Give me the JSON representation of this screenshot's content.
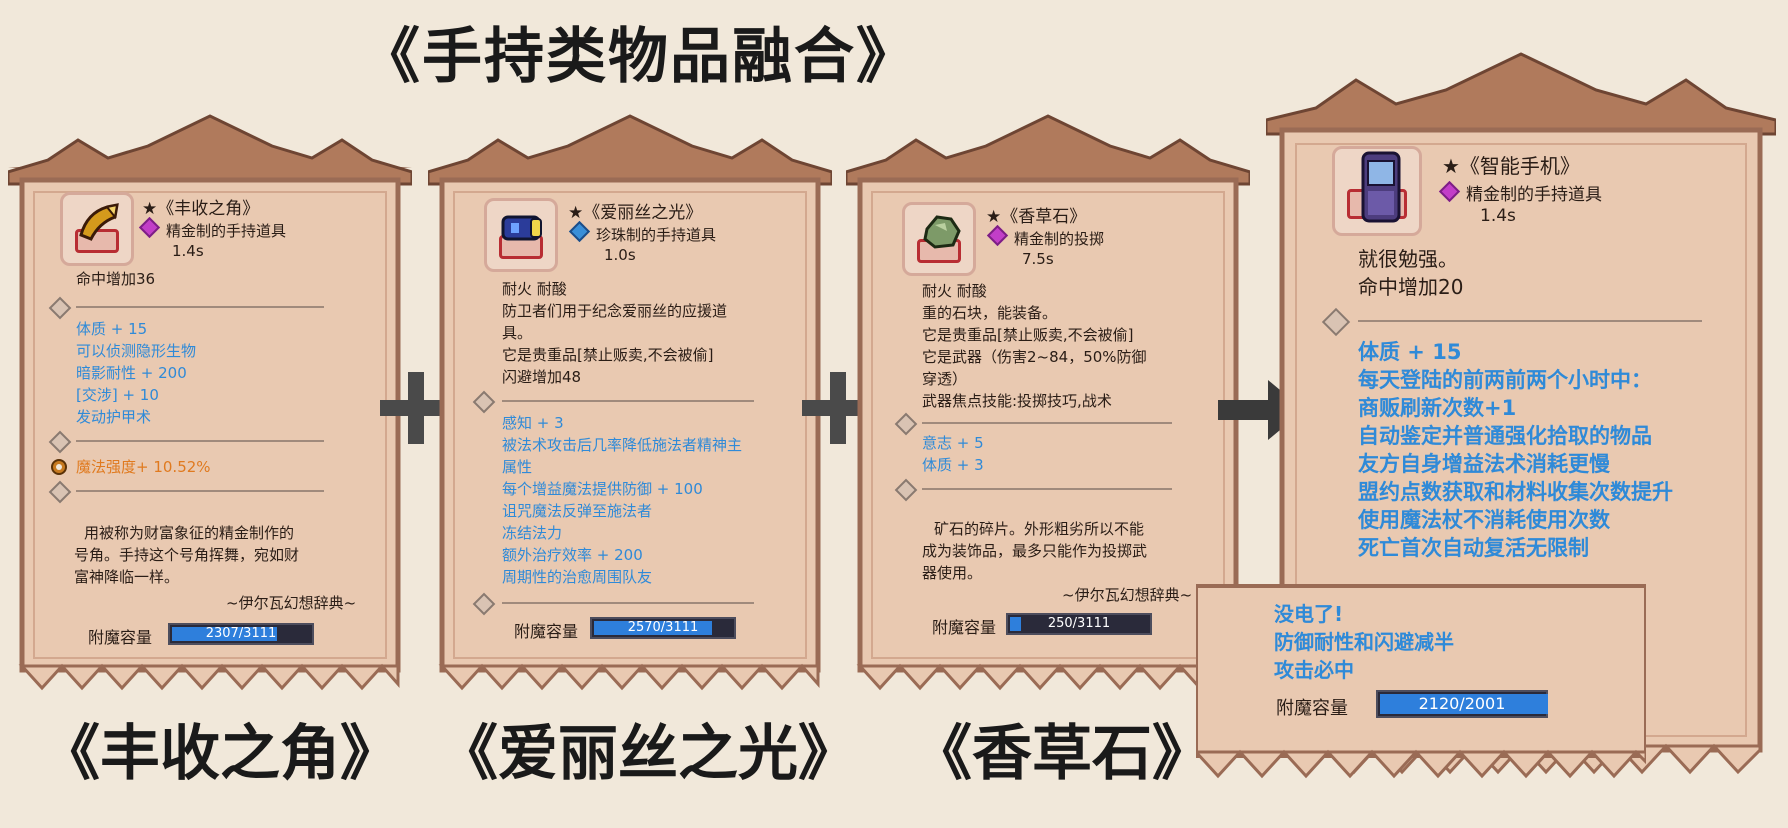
{
  "title": "《手持类物品融合》",
  "cards": [
    {
      "name": "★《丰收之角》",
      "sub": "精金制的手持道具",
      "time": "1.4s",
      "lines": [
        "命中增加36"
      ],
      "blue_lines": [
        "体质 + 15",
        "可以侦测隐形生物",
        "暗影耐性 + 200",
        "[交涉] + 10",
        "发动护甲术"
      ],
      "orange_line": "魔法强度+ 10.52%",
      "desc": [
        "用被称为财富象征的精金制作的",
        "号角。手持这个号角挥舞，宛如财",
        "富神降临一样。"
      ],
      "source": "~伊尔瓦幻想辞典~",
      "cap_label": "附魔容量",
      "capacity": "2307/3111",
      "fill": 0.74
    },
    {
      "name": "★《爱丽丝之光》",
      "sub": "珍珠制的手持道具",
      "time": "1.0s",
      "lines": [
        "耐火  耐酸",
        "防卫者们用于纪念爱丽丝的应援道",
        "具。",
        "它是贵重品[禁止贩卖,不会被偷]",
        "闪避增加48"
      ],
      "blue_lines": [
        "感知 + 3",
        "被法术攻击后几率降低施法者精神主",
        "属性",
        "每个增益魔法提供防御 + 100",
        "诅咒魔法反弹至施法者",
        "冻结法力",
        "额外治疗效率 + 200",
        "周期性的治愈周围队友"
      ],
      "cap_label": "附魔容量",
      "capacity": "2570/3111",
      "fill": 0.83
    },
    {
      "name": "★《香草石》",
      "sub": "精金制的投掷",
      "time": "7.5s",
      "lines": [
        "耐火  耐酸",
        "重的石块，能装备。",
        "它是贵重品[禁止贩卖,不会被偷]",
        "它是武器（伤害2~84，50%防御",
        "穿透）",
        "武器焦点技能:投掷技巧,战术"
      ],
      "blue_lines": [
        "意志 + 5",
        "体质 + 3"
      ],
      "desc": [
        "矿石的碎片。外形粗劣所以不能",
        "成为装饰品，最多只能作为投掷武",
        "器使用。"
      ],
      "source": "~伊尔瓦幻想辞典~",
      "cap_label": "附魔容量",
      "capacity": "250/3111",
      "fill": 0.08
    },
    {
      "name": "★《智能手机》",
      "sub": "精金制的手持道具",
      "time": "1.4s",
      "lines": [
        "就很勉强。",
        "命中增加20"
      ],
      "blue_lines": [
        "体质 + 15",
        "每天登陆的前两前两个小时中：",
        "商贩刷新次数+1",
        "自动鉴定并普通强化拾取的物品",
        "友方自身增益法术消耗更慢",
        "盟约点数获取和材料收集次数提升",
        "使用魔法杖不消耗使用次数",
        "死亡首次自动复活无限制"
      ],
      "popup_lines": [
        "没电了!",
        "防御耐性和闪避减半",
        "攻击必中"
      ],
      "cap_label": "附魔容量",
      "capacity": "2120/2001",
      "fill": 1.0
    }
  ],
  "captions": [
    "《丰收之角》",
    "《爱丽丝之光》",
    "《香草石》"
  ],
  "colors": {
    "paper": "#e9c9b1",
    "border": "#9a6b55",
    "blue_text": "#2f8ad8",
    "orange_text": "#e07a1f",
    "bar_fill": "#2e7fdc"
  },
  "icons": [
    "horn-icon",
    "flashlight-icon",
    "stone-icon",
    "phone-icon",
    "plus-icon",
    "arrow-right-icon"
  ]
}
